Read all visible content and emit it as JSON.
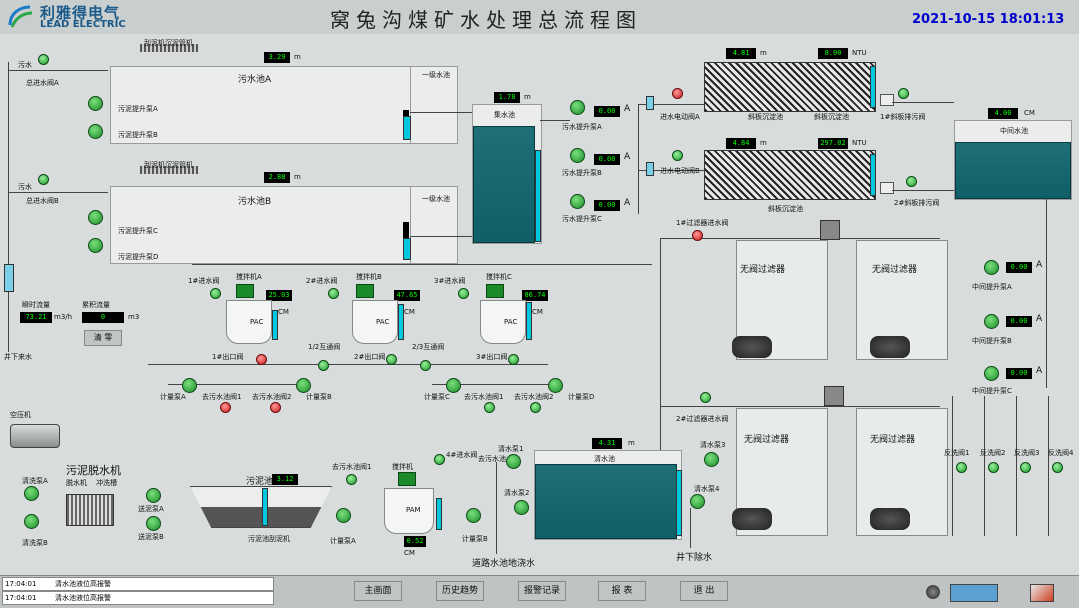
{
  "header": {
    "company_cn": "利雅得电气",
    "company_en": "LEAD ELECTRIC",
    "title": "窝兔沟煤矿水处理总流程图",
    "datetime": "2021-10-15 18:01:13"
  },
  "left": {
    "sewage_in_a": "污水",
    "sewage_in_b": "污水",
    "total_valve_a": "总进水阀A",
    "total_valve_b": "总进水阀B",
    "mud_a": "刮泥机沉泥管机",
    "mud_b": "刮泥机沉泥管机",
    "level_a": "3.29",
    "level_b": "2.88",
    "unit_m": "m",
    "pool_a": "污水池A",
    "pool_b": "污水池B",
    "stage1_a": "一级水池",
    "stage1_b": "一级水池",
    "pumpA1": "污泥提升泵A",
    "pumpB1": "污泥提升泵B",
    "pumpC1": "污泥提升泵C",
    "pumpD1": "污泥提升泵D",
    "inst_flow_label": "瞬时流量",
    "inst_flow": "73.21",
    "inst_flow_unit": "m3/h",
    "cum_flow_label": "累积流量",
    "cum_flow": "0",
    "cum_flow_unit": "m3",
    "clear_btn": "清 零",
    "well_water": "井下来水"
  },
  "collect": {
    "name": "集水池",
    "level": "1.78",
    "unit": "m",
    "pumpA": "污水提升泵A",
    "pumpB": "污水提升泵B",
    "pumpC": "污水提升泵C",
    "curA": "0.00",
    "curB": "0.00",
    "curC": "0.00",
    "unitA": "A"
  },
  "settle": {
    "valveA": "进水电动阀A",
    "valveB": "进水电动阀B",
    "tankA": "斜板沉淀池",
    "tankA2": "斜板沉淀池",
    "tankB": "斜板沉淀池",
    "lvA": "4.81",
    "lvB": "4.84",
    "turbA": "8.00",
    "turbB": "297.02",
    "ntu": "NTU",
    "m": "m",
    "drain1": "1#斜板排污阀",
    "drain2": "2#斜板排污阀"
  },
  "middle": {
    "name": "中间水池",
    "level": "4.00",
    "unit": "CM",
    "pumpA": "中间提升泵A",
    "pumpB": "中间提升泵B",
    "pumpC": "中间提升泵C",
    "curA": "0.00",
    "curB": "0.00",
    "curC": "0.00",
    "unit_a": "A"
  },
  "filters": {
    "f1": "无阀过滤器",
    "f2": "无阀过滤器",
    "f3": "无阀过滤器",
    "f4": "无阀过滤器",
    "inlet1": "1#过滤器进水阀",
    "inlet2": "2#过滤器进水阀",
    "wash1": "反洗阀1",
    "wash2": "反洗阀2",
    "wash3": "反洗阀3",
    "wash4": "反洗阀4"
  },
  "dosing": {
    "mixA": "搅拌机A",
    "mixB": "搅拌机B",
    "mixC": "搅拌机C",
    "lvA": "25.03",
    "lvB": "47.65",
    "lvC": "86.74",
    "cm": "CM",
    "pac": "PAC",
    "v1": "1#进水阀",
    "v2": "2#进水阀",
    "v3": "3#进水阀",
    "out1": "1#出口阀",
    "out2": "2#出口阀",
    "out3": "3#出口阀",
    "through12": "1/2互通阀",
    "through23": "2/3互通阀",
    "meterA": "计量泵A",
    "meterB": "计量泵B",
    "meterC": "计量泵C",
    "meterD": "计量泵D",
    "toSewage1": "去污水池阀1",
    "toSewage2": "去污水池阀2",
    "toSewage3": "去污水池阀1",
    "toSewage4": "去污水池阀2"
  },
  "sludge": {
    "compressor": "空压机",
    "dewater": "污泥脱水机",
    "dewater_machine": "脱水机",
    "wash": "冲洗槽",
    "washPumpA": "清洗泵A",
    "washPumpB": "清洗泵B",
    "feedPumpA": "送泥泵A",
    "feedPumpB": "送泥泵B",
    "sludge_pool": "污泥池",
    "sludge_level": "3.12",
    "scraper": "污泥池刮泥机",
    "to_sewage_valve": "去污水池阀1",
    "mixer": "搅拌机",
    "pam": "PAM",
    "pam_level": "0.52",
    "pam_unit": "CM",
    "meterA": "计量泵A",
    "meterB": "计量泵B",
    "valve4": "4#进水阀"
  },
  "clear": {
    "name": "清水池",
    "level": "4.31",
    "unit": "m",
    "pump1": "清水泵1",
    "pump2": "清水泵2",
    "pump3": "清水泵3",
    "pump4": "清水泵4",
    "out1": "道路水池地浇水",
    "out2": "井下除水",
    "to_sewage": "去污水池"
  },
  "alarms": [
    {
      "time": "17:04:01",
      "msg": "清水池液位高报警"
    },
    {
      "time": "17:04:01",
      "msg": "清水池液位高报警"
    }
  ],
  "nav": [
    "主画面",
    "历史趋势",
    "报警记录",
    "报 表",
    "退 出"
  ]
}
